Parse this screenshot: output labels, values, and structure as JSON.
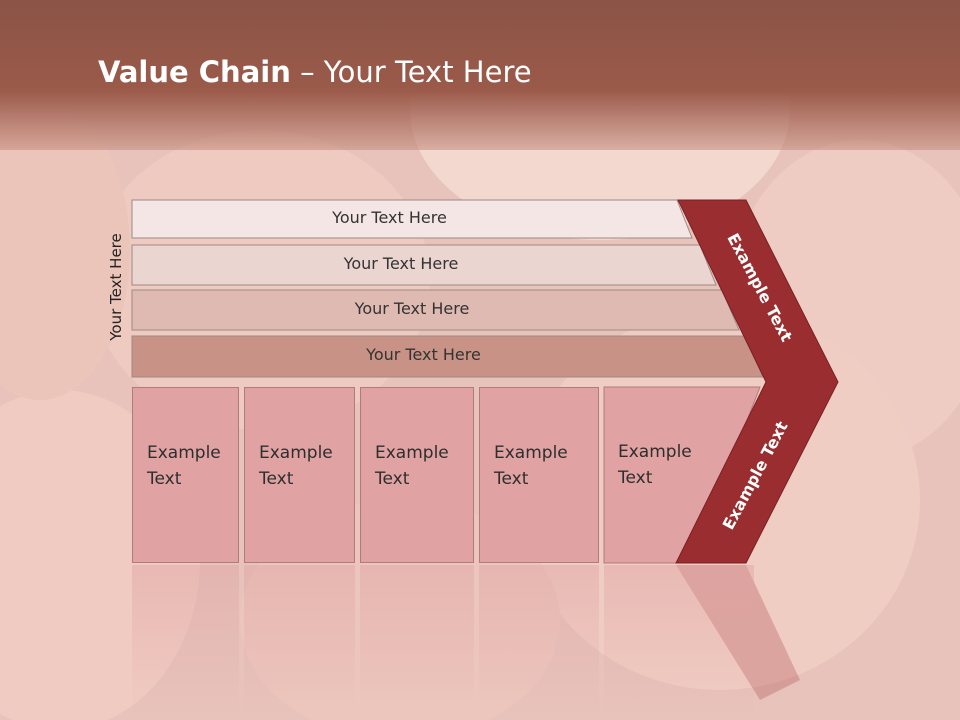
{
  "title": {
    "bold": "Value Chain",
    "rest": " – Your Text Here"
  },
  "side_label": "Your Text Here",
  "rows": [
    {
      "label": "Your Text Here",
      "color": "#f4e6e4"
    },
    {
      "label": "Your Text Here",
      "color": "#ead5d0"
    },
    {
      "label": "Your Text Here",
      "color": "#dfbab3"
    },
    {
      "label": "Your Text Here",
      "color": "#c99286"
    }
  ],
  "columns": [
    {
      "line1": "Example",
      "line2": "Text"
    },
    {
      "line1": "Example",
      "line2": "Text"
    },
    {
      "line1": "Example",
      "line2": "Text"
    },
    {
      "line1": "Example",
      "line2": "Text"
    },
    {
      "line1": "Example",
      "line2": "Text"
    }
  ],
  "chevron": {
    "top_label": "Example Text",
    "bottom_label": "Example Text",
    "color": "#9a2d2f"
  }
}
